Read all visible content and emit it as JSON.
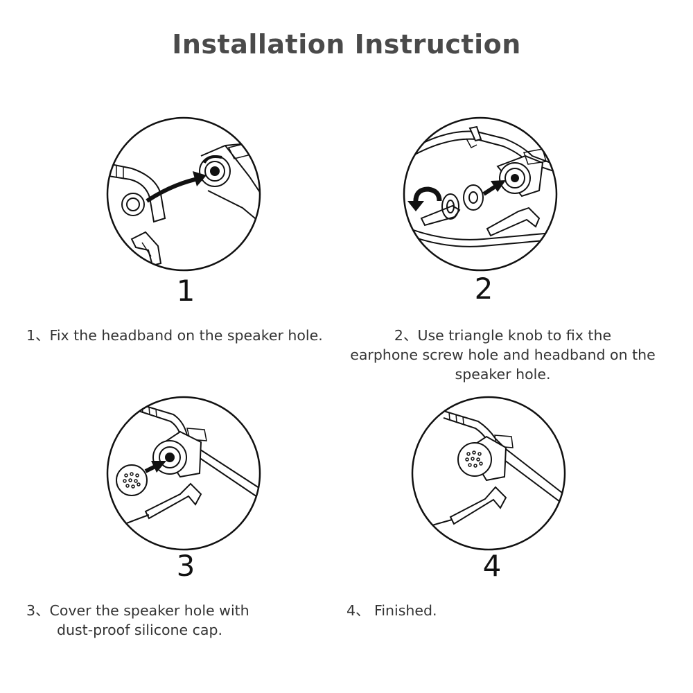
{
  "title": "Installation Instruction",
  "steps": [
    {
      "number": "1",
      "caption_lines": [
        "1、Fix the headband on the speaker hole."
      ]
    },
    {
      "number": "2",
      "caption_lines": [
        "2、Use triangle knob to fix the",
        "earphone screw hole and headband on the",
        "speaker hole."
      ]
    },
    {
      "number": "3",
      "caption_lines": [
        "3、Cover the speaker hole with",
        "dust-proof silicone cap."
      ]
    },
    {
      "number": "4",
      "caption_lines": [
        "4、 Finished."
      ]
    }
  ],
  "colors": {
    "title": "#4a4a4a",
    "text": "#333333",
    "lineart": "#111111"
  }
}
